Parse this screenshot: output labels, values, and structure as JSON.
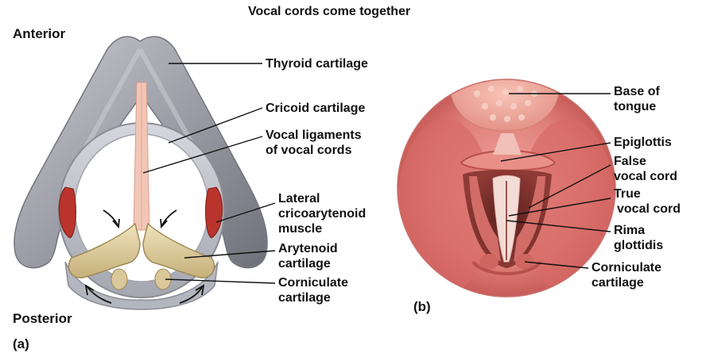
{
  "title": "Vocal cords come together",
  "panel_a": {
    "anterior": "Anterior",
    "posterior": "Posterior",
    "label": "(a)",
    "labels": {
      "thyroid": "Thyroid cartilage",
      "cricoid": "Cricoid cartilage",
      "vocal_lig_1": "Vocal ligaments",
      "vocal_lig_2": "of vocal cords",
      "lateral_1": "Lateral",
      "lateral_2": "cricoarytenoid",
      "lateral_3": "muscle",
      "arytenoid_1": "Arytenoid",
      "arytenoid_2": "cartilage",
      "corniculate_1": "Corniculate",
      "corniculate_2": "cartilage"
    }
  },
  "panel_b": {
    "label": "(b)",
    "labels": {
      "base_1": "Base of",
      "base_2": "tongue",
      "epiglottis": "Epiglottis",
      "false_1": "False",
      "false_2": "vocal cord",
      "true_1": "True",
      "true_2": "vocal cord",
      "rima_1": "Rima",
      "rima_2": "glottidis",
      "corniculate_1": "Corniculate",
      "corniculate_2": "cartilage"
    }
  },
  "colors": {
    "cartilage_gray": "#9a9ba3",
    "arytenoid": "#d9c89a",
    "muscle": "#b8342c",
    "ligament": "#f2c6b6",
    "tissue": "#e07c78",
    "leader": "#111111"
  }
}
